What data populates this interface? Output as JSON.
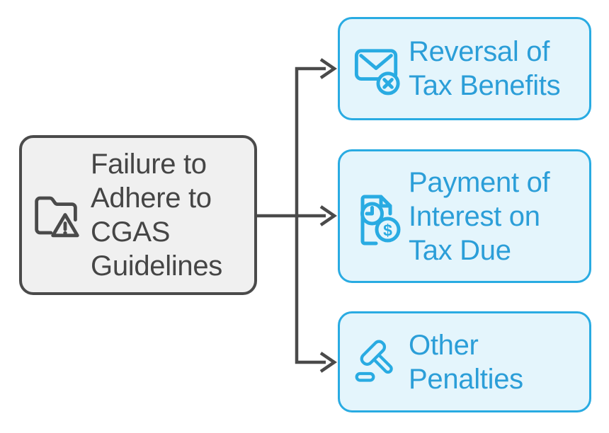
{
  "diagram": {
    "type": "flowchart",
    "direction": "left-to-right",
    "root_node": {
      "label": "Failure to\nAdhere to\nCGAS\nGuidelines",
      "icon": "folder-warning-icon",
      "fill_color": "#f0f0f0",
      "border_color": "#4a4a4a",
      "text_color": "#454545"
    },
    "branch_nodes": [
      {
        "label": "Reversal of\nTax Benefits",
        "icon": "mail-cancel-icon",
        "fill_color": "#e4f5fc",
        "border_color": "#29abe2",
        "text_color": "#2b9ed8"
      },
      {
        "label": "Payment of\nInterest on\nTax Due",
        "icon": "document-clock-dollar-icon",
        "fill_color": "#e4f5fc",
        "border_color": "#29abe2",
        "text_color": "#2b9ed8"
      },
      {
        "label": "Other\nPenalties",
        "icon": "gavel-icon",
        "fill_color": "#e4f5fc",
        "border_color": "#29abe2",
        "text_color": "#2b9ed8"
      }
    ],
    "connector_color": "#4a4a4a",
    "arrow_style": "open-chevron"
  }
}
